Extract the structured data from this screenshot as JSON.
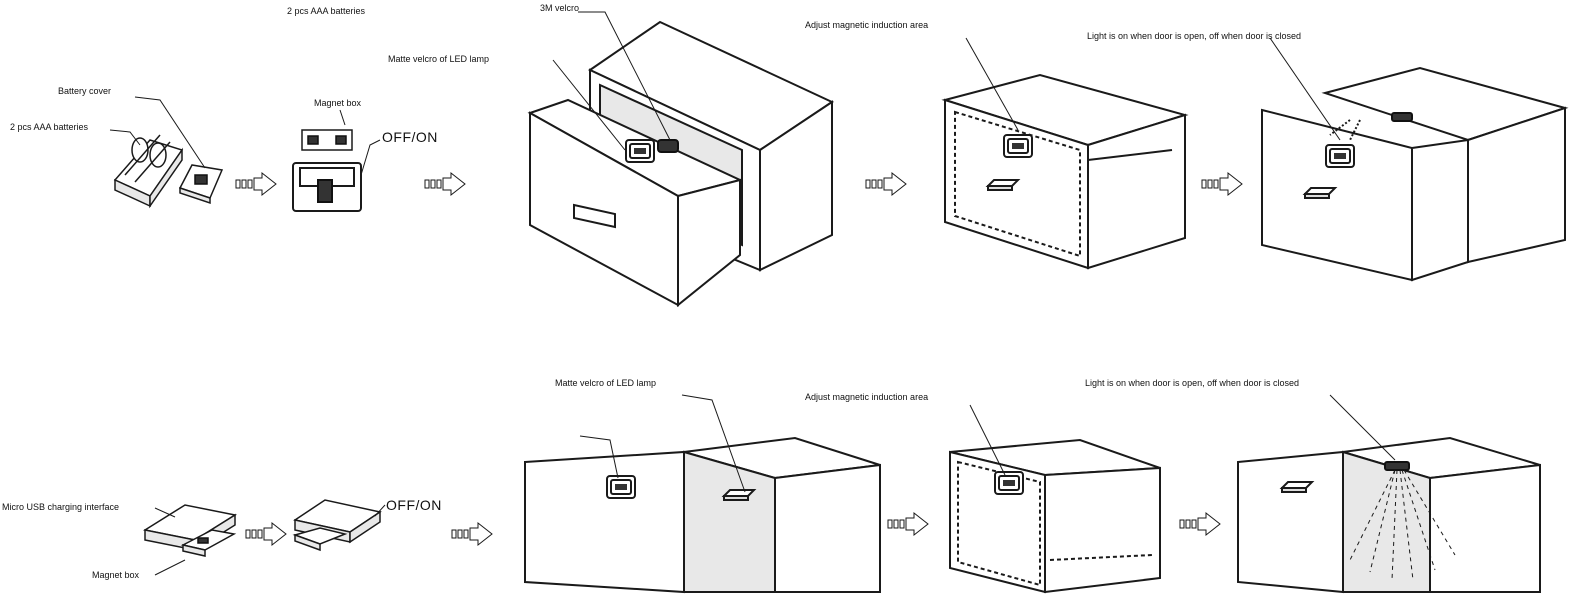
{
  "labels": {
    "top_batteries_header": "2 pcs AAA batteries",
    "battery_cover": "Battery cover",
    "top_batteries_side": "2 pcs AAA batteries",
    "magnet_box_top": "Magnet box",
    "off_on_top": "OFF/ON",
    "velcro_3m": "3M velcro",
    "matte_velcro_top": "Matte velcro of LED lamp",
    "adjust_area_top": "Adjust magnetic induction area",
    "light_note_top": "Light is on when door is open, off when door is closed",
    "micro_usb": "Micro USB charging interface",
    "magnet_box_bottom": "Magnet box",
    "off_on_bottom": "OFF/ON",
    "matte_velcro_bottom": "Matte velcro of LED lamp",
    "adjust_area_bottom": "Adjust magnetic induction area",
    "light_note_bottom": "Light is on when door is open, off when door is closed"
  },
  "icons": {
    "step_arrow": "double-outline-arrow-right",
    "battery_pack": "battery-pack-icon",
    "led_lamp": "led-lamp-icon",
    "magnet": "magnet-strip-icon"
  },
  "colors": {
    "ink": "#1a1a1a",
    "background": "#ffffff"
  }
}
